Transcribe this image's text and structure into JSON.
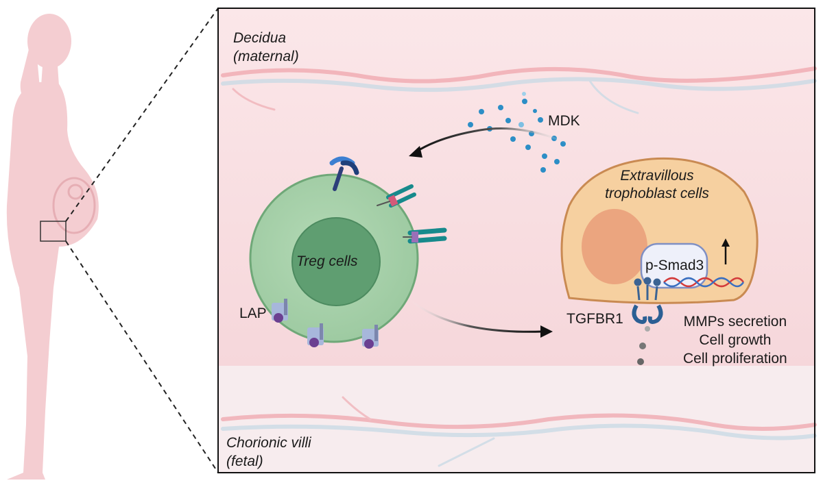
{
  "regions": {
    "decidua_line1": "Decidua",
    "decidua_line2": "(maternal)",
    "chorionic_line1": "Chorionic villi",
    "chorionic_line2": "(fetal)"
  },
  "molecules": {
    "mdk": "MDK",
    "lap": "LAP",
    "tgfbr1": "TGFBR1",
    "psmad3": "p-Smad3"
  },
  "cells": {
    "treg": "Treg cells",
    "evt_line1": "Extravillous",
    "evt_line2": "trophoblast cells"
  },
  "outcomes": [
    "MMPs secretion",
    "Cell growth",
    "Cell proliferation"
  ],
  "colors": {
    "decidua_bg": "#f9dfe2",
    "fetal_bg": "#f7ebec",
    "treg_outer": "#a6cfa9",
    "treg_inner": "#5e9e70",
    "evt_fill": "#f6cf9a",
    "evt_border": "#c98a52",
    "nucleus": "#eda27e",
    "receptor": "#2b5f94",
    "ligand_dot": "#2c8ec6",
    "dna_red": "#d33b3b",
    "dna_blue": "#3a6fc0",
    "vessel_red": "#f0a6ad",
    "vessel_blue": "#c4d7e3",
    "woman": "#f3c9cd"
  },
  "icons": [
    "pregnant-woman-icon",
    "zoom-box-icon",
    "blood-vessel-icon",
    "receptor-icon",
    "dna-icon",
    "up-arrow-icon"
  ]
}
